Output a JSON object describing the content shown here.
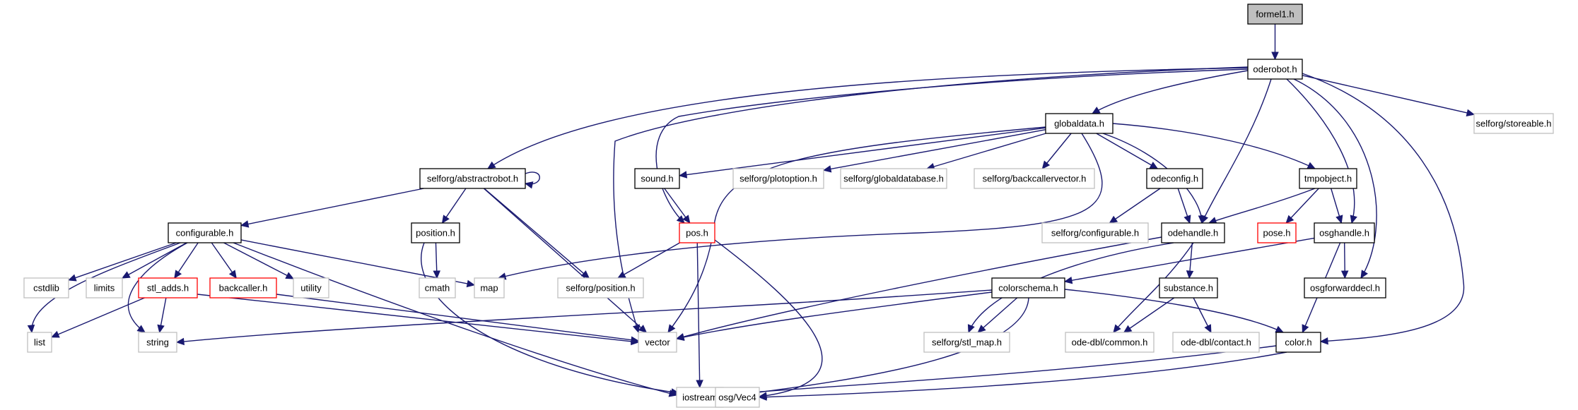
{
  "diagram": {
    "colors": {
      "edge": "#191970",
      "documented_border": "#000000",
      "external_border": "#bfbfbf",
      "truncated_border": "#ff0000",
      "root_fill": "#bfbfbf",
      "default_fill": "#ffffff"
    },
    "nodes": [
      {
        "id": "formel1",
        "label": "formel1.h",
        "kind": "root"
      },
      {
        "id": "oderobot",
        "label": "oderobot.h",
        "kind": "documented"
      },
      {
        "id": "storeable",
        "label": "selforg/storeable.h",
        "kind": "external"
      },
      {
        "id": "globaldata",
        "label": "globaldata.h",
        "kind": "documented"
      },
      {
        "id": "abstractrobot",
        "label": "selforg/abstractrobot.h",
        "kind": "documented"
      },
      {
        "id": "sound",
        "label": "sound.h",
        "kind": "documented"
      },
      {
        "id": "plotoption",
        "label": "selforg/plotoption.h",
        "kind": "external"
      },
      {
        "id": "globaldatabase",
        "label": "selforg/globaldatabase.h",
        "kind": "external"
      },
      {
        "id": "backcallervector",
        "label": "selforg/backcallervector.h",
        "kind": "external"
      },
      {
        "id": "odeconfig",
        "label": "odeconfig.h",
        "kind": "documented"
      },
      {
        "id": "tmpobject",
        "label": "tmpobject.h",
        "kind": "documented"
      },
      {
        "id": "configurable",
        "label": "configurable.h",
        "kind": "documented"
      },
      {
        "id": "position",
        "label": "position.h",
        "kind": "documented"
      },
      {
        "id": "pos",
        "label": "pos.h",
        "kind": "truncated"
      },
      {
        "id": "sconfigurable",
        "label": "selforg/configurable.h",
        "kind": "external"
      },
      {
        "id": "odehandle",
        "label": "odehandle.h",
        "kind": "documented"
      },
      {
        "id": "pose",
        "label": "pose.h",
        "kind": "truncated"
      },
      {
        "id": "osghandle",
        "label": "osghandle.h",
        "kind": "documented"
      },
      {
        "id": "cstdlib",
        "label": "cstdlib",
        "kind": "external"
      },
      {
        "id": "limits",
        "label": "limits",
        "kind": "external"
      },
      {
        "id": "stl_adds",
        "label": "stl_adds.h",
        "kind": "truncated"
      },
      {
        "id": "backcaller",
        "label": "backcaller.h",
        "kind": "truncated"
      },
      {
        "id": "utility",
        "label": "utility",
        "kind": "external"
      },
      {
        "id": "cmath",
        "label": "cmath",
        "kind": "external"
      },
      {
        "id": "map",
        "label": "map",
        "kind": "external"
      },
      {
        "id": "sposition",
        "label": "selforg/position.h",
        "kind": "external"
      },
      {
        "id": "colorschema",
        "label": "colorschema.h",
        "kind": "documented"
      },
      {
        "id": "substance",
        "label": "substance.h",
        "kind": "documented"
      },
      {
        "id": "osgforwarddecl",
        "label": "osgforwarddecl.h",
        "kind": "documented"
      },
      {
        "id": "list",
        "label": "list",
        "kind": "external"
      },
      {
        "id": "string",
        "label": "string",
        "kind": "external"
      },
      {
        "id": "vector",
        "label": "vector",
        "kind": "external"
      },
      {
        "id": "stl_map",
        "label": "selforg/stl_map.h",
        "kind": "external"
      },
      {
        "id": "common",
        "label": "ode-dbl/common.h",
        "kind": "external"
      },
      {
        "id": "contact",
        "label": "ode-dbl/contact.h",
        "kind": "external"
      },
      {
        "id": "color",
        "label": "color.h",
        "kind": "documented"
      },
      {
        "id": "iostream",
        "label": "iostream",
        "kind": "external"
      },
      {
        "id": "vec4",
        "label": "osg/Vec4",
        "kind": "external"
      }
    ],
    "edges": [
      [
        "formel1",
        "oderobot"
      ],
      [
        "oderobot",
        "storeable"
      ],
      [
        "oderobot",
        "globaldata"
      ],
      [
        "oderobot",
        "abstractrobot"
      ],
      [
        "oderobot",
        "vector"
      ],
      [
        "oderobot",
        "pos"
      ],
      [
        "oderobot",
        "odehandle"
      ],
      [
        "oderobot",
        "osghandle"
      ],
      [
        "oderobot",
        "osgforwarddecl"
      ],
      [
        "oderobot",
        "color"
      ],
      [
        "globaldata",
        "sound"
      ],
      [
        "globaldata",
        "plotoption"
      ],
      [
        "globaldata",
        "globaldatabase"
      ],
      [
        "globaldata",
        "backcallervector"
      ],
      [
        "globaldata",
        "odeconfig"
      ],
      [
        "globaldata",
        "tmpobject"
      ],
      [
        "globaldata",
        "odehandle"
      ],
      [
        "globaldata",
        "vector"
      ],
      [
        "globaldata",
        "map"
      ],
      [
        "abstractrobot",
        "abstractrobot"
      ],
      [
        "abstractrobot",
        "configurable"
      ],
      [
        "abstractrobot",
        "position"
      ],
      [
        "abstractrobot",
        "sposition"
      ],
      [
        "abstractrobot",
        "vector"
      ],
      [
        "sound",
        "pos"
      ],
      [
        "odeconfig",
        "sconfigurable"
      ],
      [
        "odeconfig",
        "odehandle"
      ],
      [
        "tmpobject",
        "odehandle"
      ],
      [
        "tmpobject",
        "pose"
      ],
      [
        "tmpobject",
        "osghandle"
      ],
      [
        "configurable",
        "cstdlib"
      ],
      [
        "configurable",
        "limits"
      ],
      [
        "configurable",
        "stl_adds"
      ],
      [
        "configurable",
        "backcaller"
      ],
      [
        "configurable",
        "utility"
      ],
      [
        "configurable",
        "map"
      ],
      [
        "configurable",
        "list"
      ],
      [
        "configurable",
        "string"
      ],
      [
        "configurable",
        "iostream"
      ],
      [
        "position",
        "cmath"
      ],
      [
        "position",
        "iostream"
      ],
      [
        "pos",
        "sposition"
      ],
      [
        "pos",
        "iostream"
      ],
      [
        "pos",
        "vec4"
      ],
      [
        "odehandle",
        "substance"
      ],
      [
        "odehandle",
        "stl_map"
      ],
      [
        "odehandle",
        "common"
      ],
      [
        "odehandle",
        "vector"
      ],
      [
        "osghandle",
        "colorschema"
      ],
      [
        "osghandle",
        "osgforwarddecl"
      ],
      [
        "osghandle",
        "color"
      ],
      [
        "stl_adds",
        "list"
      ],
      [
        "stl_adds",
        "string"
      ],
      [
        "stl_adds",
        "vector"
      ],
      [
        "backcaller",
        "vector"
      ],
      [
        "colorschema",
        "color"
      ],
      [
        "colorschema",
        "stl_map"
      ],
      [
        "colorschema",
        "string"
      ],
      [
        "colorschema",
        "vector"
      ],
      [
        "colorschema",
        "iostream"
      ],
      [
        "substance",
        "common"
      ],
      [
        "substance",
        "contact"
      ],
      [
        "color",
        "vec4"
      ],
      [
        "color",
        "iostream"
      ]
    ]
  }
}
